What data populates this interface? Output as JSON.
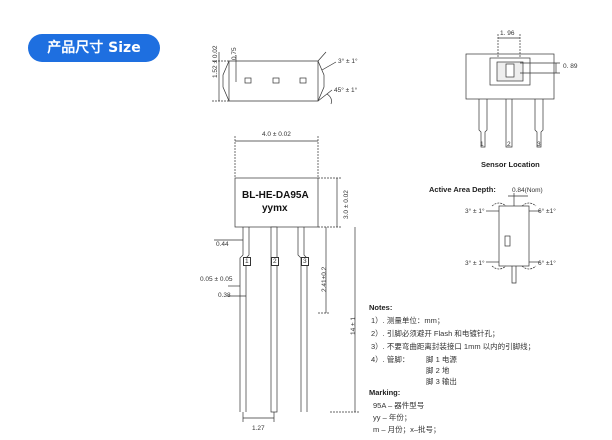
{
  "header": {
    "title": "产品尺寸 Size"
  },
  "top_view": {
    "height_dim": "1.52 ± 0.02",
    "inner_dim": "0.75",
    "angle_top": "3° ± 1°",
    "angle_bottom": "45° ± 1°"
  },
  "front_view": {
    "width_dim": "4.0 ± 0.02",
    "body_height_dim": "3.0 ± 0.02",
    "part_label": "BL-HE-DA95A",
    "marking_label": "yymx",
    "lead_width_dim": "0.44",
    "lead_thickness_dim": "0.05 ± 0.05",
    "lead_offset_dim": "0.38",
    "standoff_dim": "2.41±0.2",
    "lead_length_dim": "14 ± 1",
    "pitch_dim": "1.27",
    "pins": [
      "1",
      "2",
      "3"
    ]
  },
  "sensor_location": {
    "title": "Sensor Location",
    "width_dim": "1. 96",
    "offset_dim": "0. 89",
    "pins": [
      "1",
      "2",
      "3"
    ]
  },
  "active_area": {
    "title": "Active Area Depth:",
    "depth_dim": "0.84(Nom)",
    "angle_tl": "3° ± 1°",
    "angle_tr": "6° ±1°",
    "angle_bl": "3° ± 1°",
    "angle_br": "6° ±1°"
  },
  "notes": {
    "title": "Notes:",
    "items": [
      "1）. 测量单位：mm；",
      "2）. 引脚必须避开 Flash 和电镀针孔；",
      "3）. 不要弯曲距离封装接口 1mm 以内的引脚线；",
      "4）. 管脚：",
      "脚 1    电源",
      "脚 2    地",
      "脚 3    输出"
    ]
  },
  "marking": {
    "title": "Marking:",
    "items": [
      "95A – 器件型号",
      "yy – 年份；",
      "m – 月份；x–批号；"
    ]
  }
}
